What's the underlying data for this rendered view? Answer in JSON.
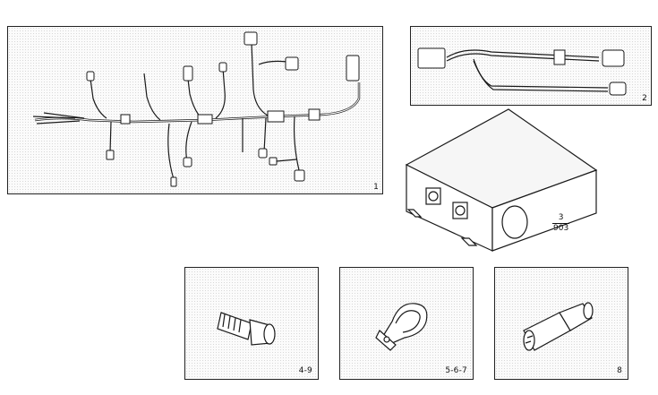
{
  "panels": {
    "harness_main": {
      "callout": "1"
    },
    "cable_extension": {
      "callout": "2"
    },
    "fastener": {
      "callout": "4-9"
    },
    "clamp": {
      "callout": "5-6-7"
    },
    "connector": {
      "callout": "8"
    }
  },
  "control_box": {
    "callout_top": "3",
    "callout_bottom": "903"
  },
  "colors": {
    "line": "#1a1a1a",
    "panel_border": "#222222",
    "panel_fill": "#fbfbfb"
  }
}
